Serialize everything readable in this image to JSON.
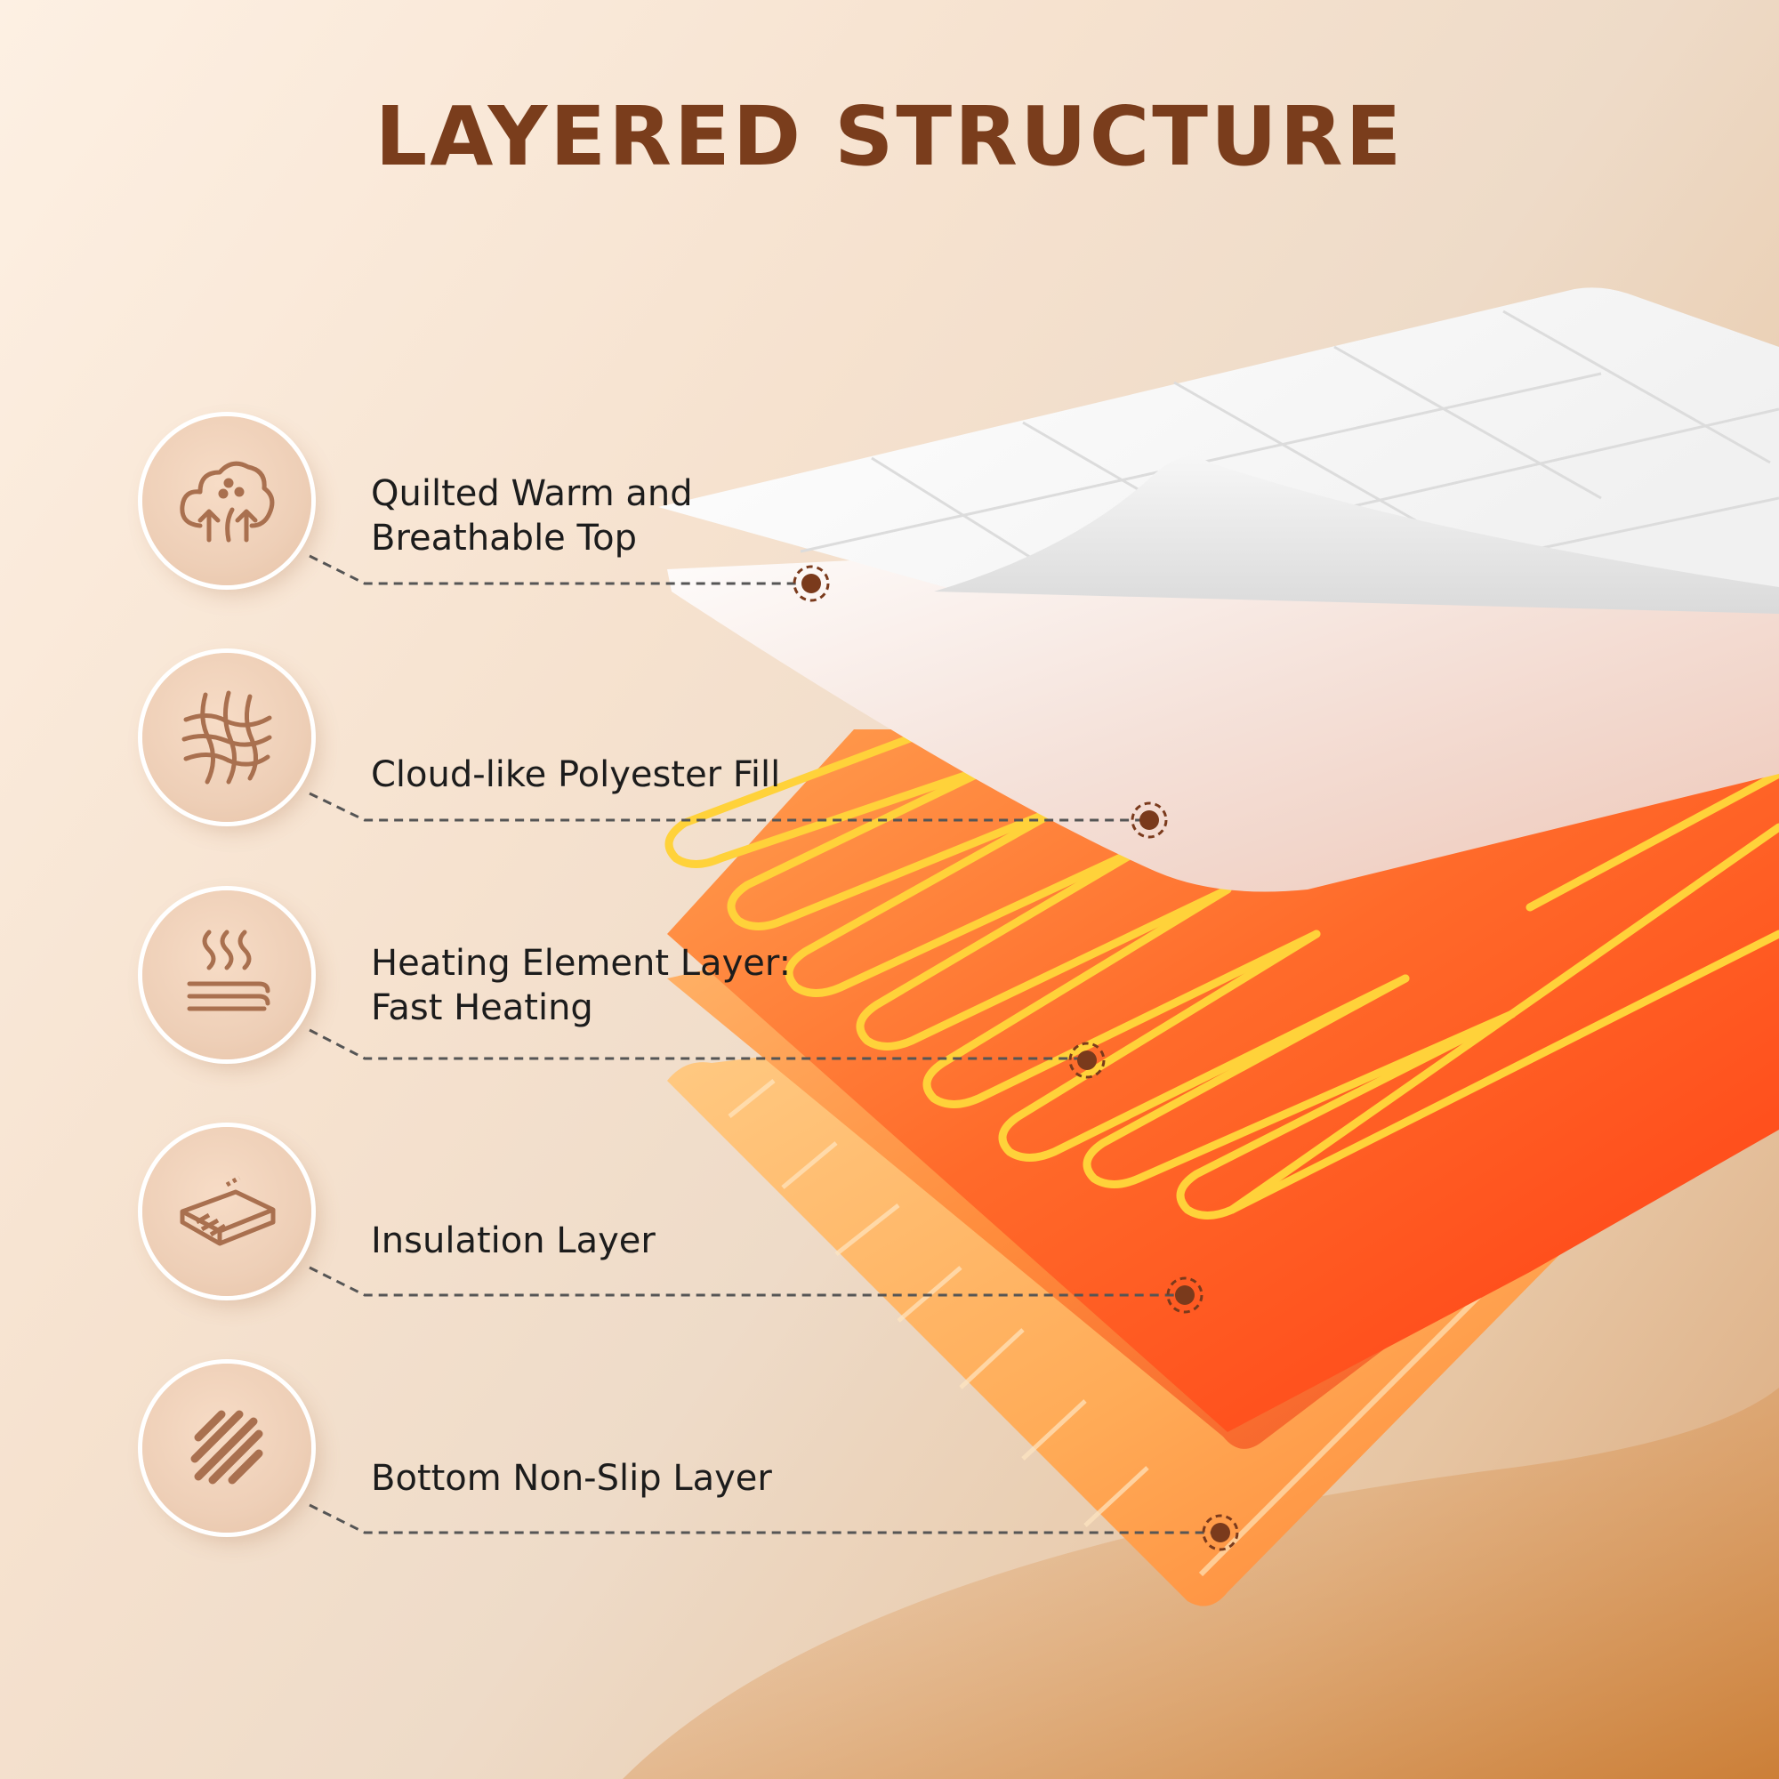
{
  "title": "LAYERED STRUCTURE",
  "colors": {
    "title": "#7a3d1c",
    "label_text": "#1c1c1c",
    "icon_stroke": "#a9704f",
    "marker": "#7a3a1c",
    "heating_orange": "#ff5a1f",
    "wire_yellow": "#ffd23a"
  },
  "layers": [
    {
      "icon": "cotton-cloud-icon",
      "line1": "Quilted Warm and",
      "line2": "Breathable Top"
    },
    {
      "icon": "fiber-mesh-icon",
      "line1": "Cloud-like Polyester Fill",
      "line2": ""
    },
    {
      "icon": "heat-waves-icon",
      "line1": "Heating Element Layer:",
      "line2": "Fast Heating"
    },
    {
      "icon": "insulation-sheet-icon",
      "line1": "Insulation Layer",
      "line2": ""
    },
    {
      "icon": "non-slip-stripes-icon",
      "line1": "Bottom Non-Slip Layer",
      "line2": ""
    }
  ]
}
